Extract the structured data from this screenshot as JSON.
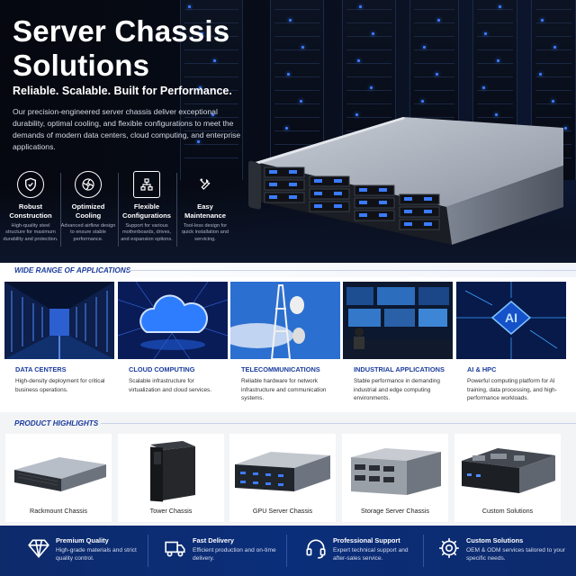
{
  "hero": {
    "title": "Server Chassis Solutions",
    "tagline": "Reliable. Scalable. Built for Performance.",
    "description": "Our precision-engineered server chassis deliver exceptional durability, optimal cooling, and flexible configurations to meet the demands of modern data centers, cloud computing, and enterprise applications."
  },
  "features": [
    {
      "icon": "shield-check-icon",
      "title": "Robust Construction",
      "desc": "High-quality steel structure for maximum durability and protection."
    },
    {
      "icon": "fan-icon",
      "title": "Optimized Cooling",
      "desc": "Advanced airflow design to ensure stable performance."
    },
    {
      "icon": "network-icon",
      "title": "Flexible Configurations",
      "desc": "Support for various motherboards, drives, and expansion options."
    },
    {
      "icon": "wrench-screwdriver-icon",
      "title": "Easy Maintenance",
      "desc": "Tool-less design for quick installation and servicing."
    }
  ],
  "applications": {
    "heading": "WIDE RANGE OF APPLICATIONS",
    "items": [
      {
        "title": "DATA CENTERS",
        "desc": "High-density deployment for critical business operations."
      },
      {
        "title": "CLOUD COMPUTING",
        "desc": "Scalable infrastructure for virtualization and cloud services."
      },
      {
        "title": "TELECOMMUNICATIONS",
        "desc": "Reliable hardware for network infrastructure and communication systems."
      },
      {
        "title": "INDUSTRIAL APPLICATIONS",
        "desc": "Stable performance in demanding industrial and edge computing environments."
      },
      {
        "title": "AI & HPC",
        "desc": "Powerful computing platform for AI training, data processing, and high-performance workloads."
      }
    ],
    "ai_chip_label": "AI"
  },
  "products": {
    "heading": "PRODUCT HIGHLIGHTS",
    "items": [
      {
        "label": "Rackmount Chassis"
      },
      {
        "label": "Tower Chassis"
      },
      {
        "label": "GPU Server Chassis"
      },
      {
        "label": "Storage Server Chassis"
      },
      {
        "label": "Custom Solutions"
      }
    ]
  },
  "footer": [
    {
      "icon": "diamond-icon",
      "title": "Premium Quality",
      "desc": "High-grade materials and strict quality control."
    },
    {
      "icon": "truck-icon",
      "title": "Fast Delivery",
      "desc": "Efficient production and on-time delivery."
    },
    {
      "icon": "headset-icon",
      "title": "Professional Support",
      "desc": "Expert technical support and after-sales service."
    },
    {
      "icon": "gear-icon",
      "title": "Custom Solutions",
      "desc": "OEM & ODM services tailored to your specific needs."
    }
  ],
  "colors": {
    "accent": "#1b3c9c",
    "footer_bg": "#0b2e7a",
    "led_blue": "#3b7bff"
  }
}
